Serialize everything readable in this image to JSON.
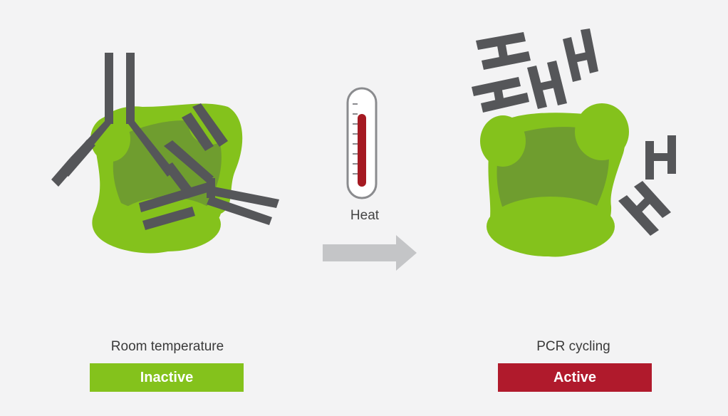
{
  "heat": {
    "label": "Heat"
  },
  "left_state": {
    "caption": "Room temperature",
    "badge": "Inactive"
  },
  "right_state": {
    "caption": "PCR cycling",
    "badge": "Active"
  },
  "colors": {
    "background": "#f3f3f4",
    "enzyme_light": "#84c21c",
    "enzyme_dark": "#6f9d2f",
    "antibody": "#555659",
    "inactive_badge": "#84c21c",
    "active_badge": "#b01a2c",
    "mercury": "#a51a22",
    "arrow": "#c4c5c7"
  },
  "icons": [
    "enzyme-shape",
    "antibody-icon",
    "thermometer-icon",
    "arrow-right-icon"
  ]
}
